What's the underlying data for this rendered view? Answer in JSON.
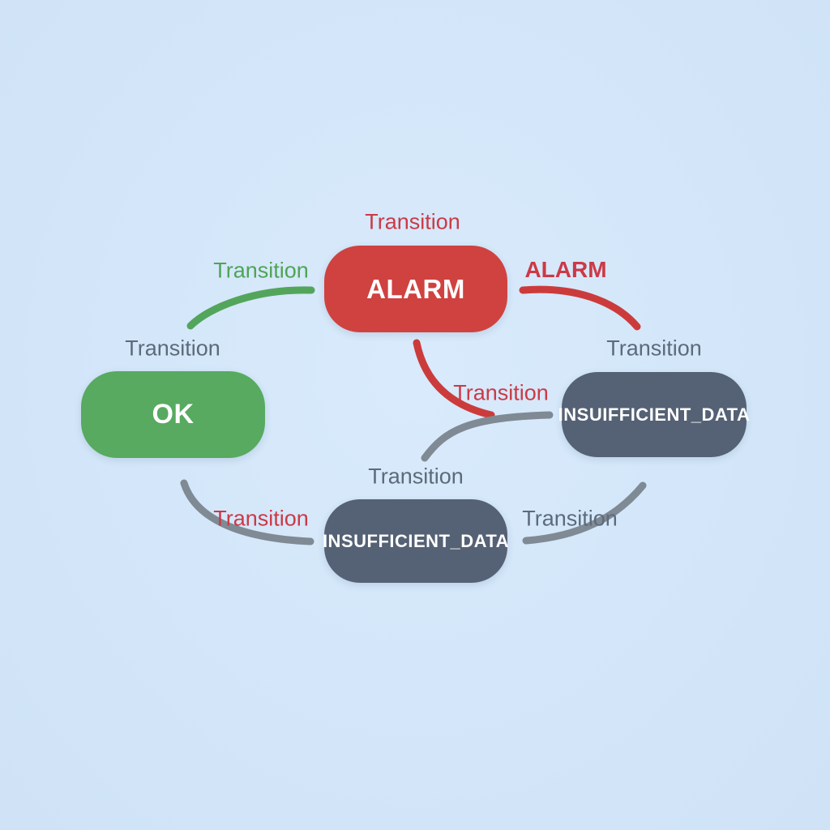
{
  "colors": {
    "background": "#d5e8fa",
    "alarm_node_red": "#cf4240",
    "ok_node_green": "#57aa5f",
    "insufficient_node_slate": "#556174",
    "arrow_green": "#53a55c",
    "arrow_red": "#cc3b3b",
    "arrow_gray": "#7f8a94",
    "label_red": "#cc3946",
    "label_green": "#4fa455",
    "label_gray": "#5c6b7a",
    "node_text": "#ffffff"
  },
  "nodes": [
    {
      "id": "alarm",
      "label": "ALARM"
    },
    {
      "id": "ok",
      "label": "OK"
    },
    {
      "id": "insufficient-data-right",
      "label": "INSUIFFICIENT_DATA"
    },
    {
      "id": "insufficient-data-bottom",
      "label": "INSUFFICIENT_DATA"
    }
  ],
  "edge_labels": [
    {
      "id": "transition-above-alarm",
      "text": "Transition",
      "color": "red"
    },
    {
      "id": "transition-ok-to-alarm",
      "text": "Transition",
      "color": "green"
    },
    {
      "id": "transition-alarm-to-ok",
      "text": "Transition",
      "color": "gray"
    },
    {
      "id": "alarm-edge-label",
      "text": "ALARM",
      "color": "red"
    },
    {
      "id": "transition-above-insufficient-right",
      "text": "Transition",
      "color": "gray"
    },
    {
      "id": "transition-alarm-to-insufficient-right",
      "text": "Transition",
      "color": "red"
    },
    {
      "id": "transition-above-insufficient-bottom",
      "text": "Transition",
      "color": "gray"
    },
    {
      "id": "transition-ok-insufficient-bottom",
      "text": "Transition",
      "color": "red"
    },
    {
      "id": "transition-insufficient-bottom-to-right",
      "text": "Transition",
      "color": "gray"
    }
  ]
}
